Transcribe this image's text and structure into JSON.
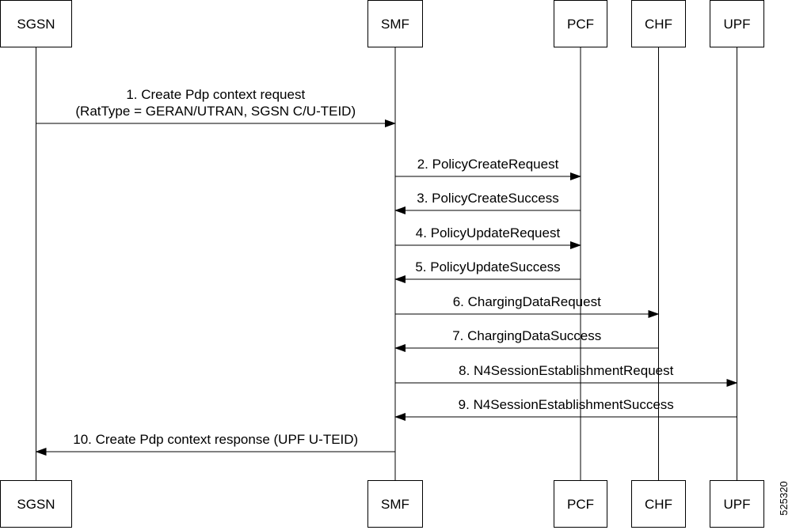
{
  "participants": [
    {
      "id": "sgsn",
      "label": "SGSN"
    },
    {
      "id": "smf",
      "label": "SMF"
    },
    {
      "id": "pcf",
      "label": "PCF"
    },
    {
      "id": "chf",
      "label": "CHF"
    },
    {
      "id": "upf",
      "label": "UPF"
    }
  ],
  "messages": [
    {
      "from": "sgsn",
      "to": "smf",
      "lines": [
        "1. Create Pdp context request",
        "(RatType = GERAN/UTRAN, SGSN C/U-TEID)"
      ]
    },
    {
      "from": "smf",
      "to": "pcf",
      "lines": [
        "2. PolicyCreateRequest"
      ]
    },
    {
      "from": "pcf",
      "to": "smf",
      "lines": [
        "3. PolicyCreateSuccess"
      ]
    },
    {
      "from": "smf",
      "to": "pcf",
      "lines": [
        "4. PolicyUpdateRequest"
      ]
    },
    {
      "from": "pcf",
      "to": "smf",
      "lines": [
        "5. PolicyUpdateSuccess"
      ]
    },
    {
      "from": "smf",
      "to": "chf",
      "lines": [
        "6. ChargingDataRequest"
      ]
    },
    {
      "from": "chf",
      "to": "smf",
      "lines": [
        "7. ChargingDataSuccess"
      ]
    },
    {
      "from": "smf",
      "to": "upf",
      "lines": [
        "8. N4SessionEstablishmentRequest"
      ]
    },
    {
      "from": "upf",
      "to": "smf",
      "lines": [
        "9. N4SessionEstablishmentSuccess"
      ]
    },
    {
      "from": "smf",
      "to": "sgsn",
      "lines": [
        "10. Create Pdp context response (UPF U-TEID)"
      ]
    }
  ],
  "figure_id": "525320"
}
